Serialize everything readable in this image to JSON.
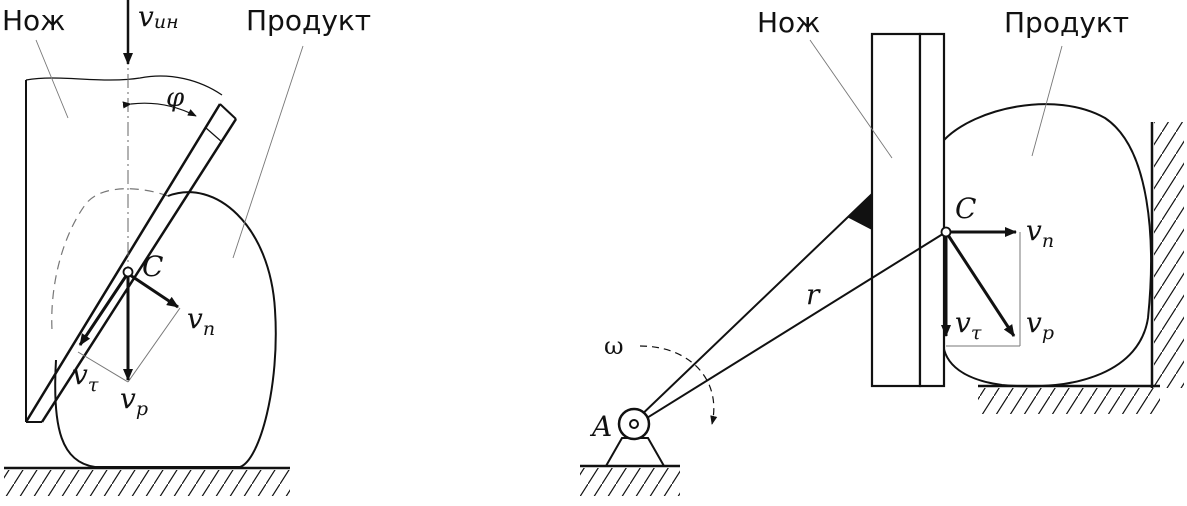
{
  "left_diagram": {
    "knife_label": "Нож",
    "product_label": "Продукт",
    "v_in": {
      "main": "v",
      "sub": "ин"
    },
    "phi": "φ",
    "point_c": "C",
    "v_n": {
      "main": "v",
      "sub": "n"
    },
    "v_tau": {
      "main": "v",
      "sub": "τ"
    },
    "v_r": {
      "main": "v",
      "sub": "р"
    }
  },
  "right_diagram": {
    "knife_label": "Нож",
    "product_label": "Продукт",
    "point_c": "C",
    "v_n": {
      "main": "v",
      "sub": "n"
    },
    "v_tau": {
      "main": "v",
      "sub": "τ"
    },
    "v_r": {
      "main": "v",
      "sub": "р"
    },
    "radius": "r",
    "omega": "ω",
    "point_a": "A"
  }
}
